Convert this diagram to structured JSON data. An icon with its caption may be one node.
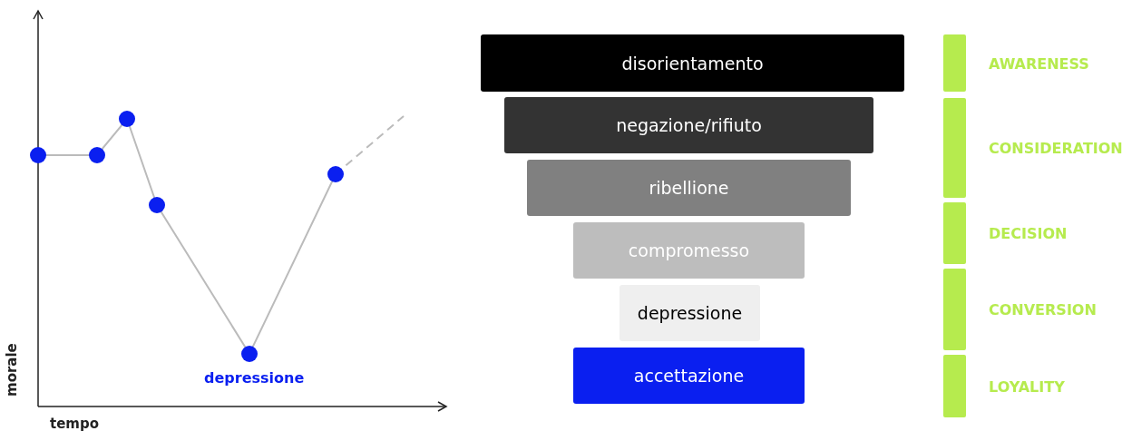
{
  "diagram": {
    "nodes": [
      {
        "text": [
          "disorientamento"
        ]
      },
      {
        "text": [
          "negazione/rifiuto"
        ]
      },
      {
        "text": [
          "ribellione"
        ]
      },
      {
        "text": [
          "compromesso"
        ]
      },
      {
        "text": [
          "depressione"
        ]
      },
      {
        "text": [
          "accettazione"
        ]
      },
      {
        "text": [
          "AWARENESS"
        ]
      },
      {
        "text": [
          "CONSIDERATION"
        ]
      },
      {
        "text": [
          "DECISION"
        ]
      },
      {
        "text": [
          "CONVERSION"
        ]
      },
      {
        "text": [
          "LOYALITY"
        ]
      }
    ],
    "edges": [],
    "labels": [
      "morale",
      "tempo",
      "depressione"
    ]
  }
}
